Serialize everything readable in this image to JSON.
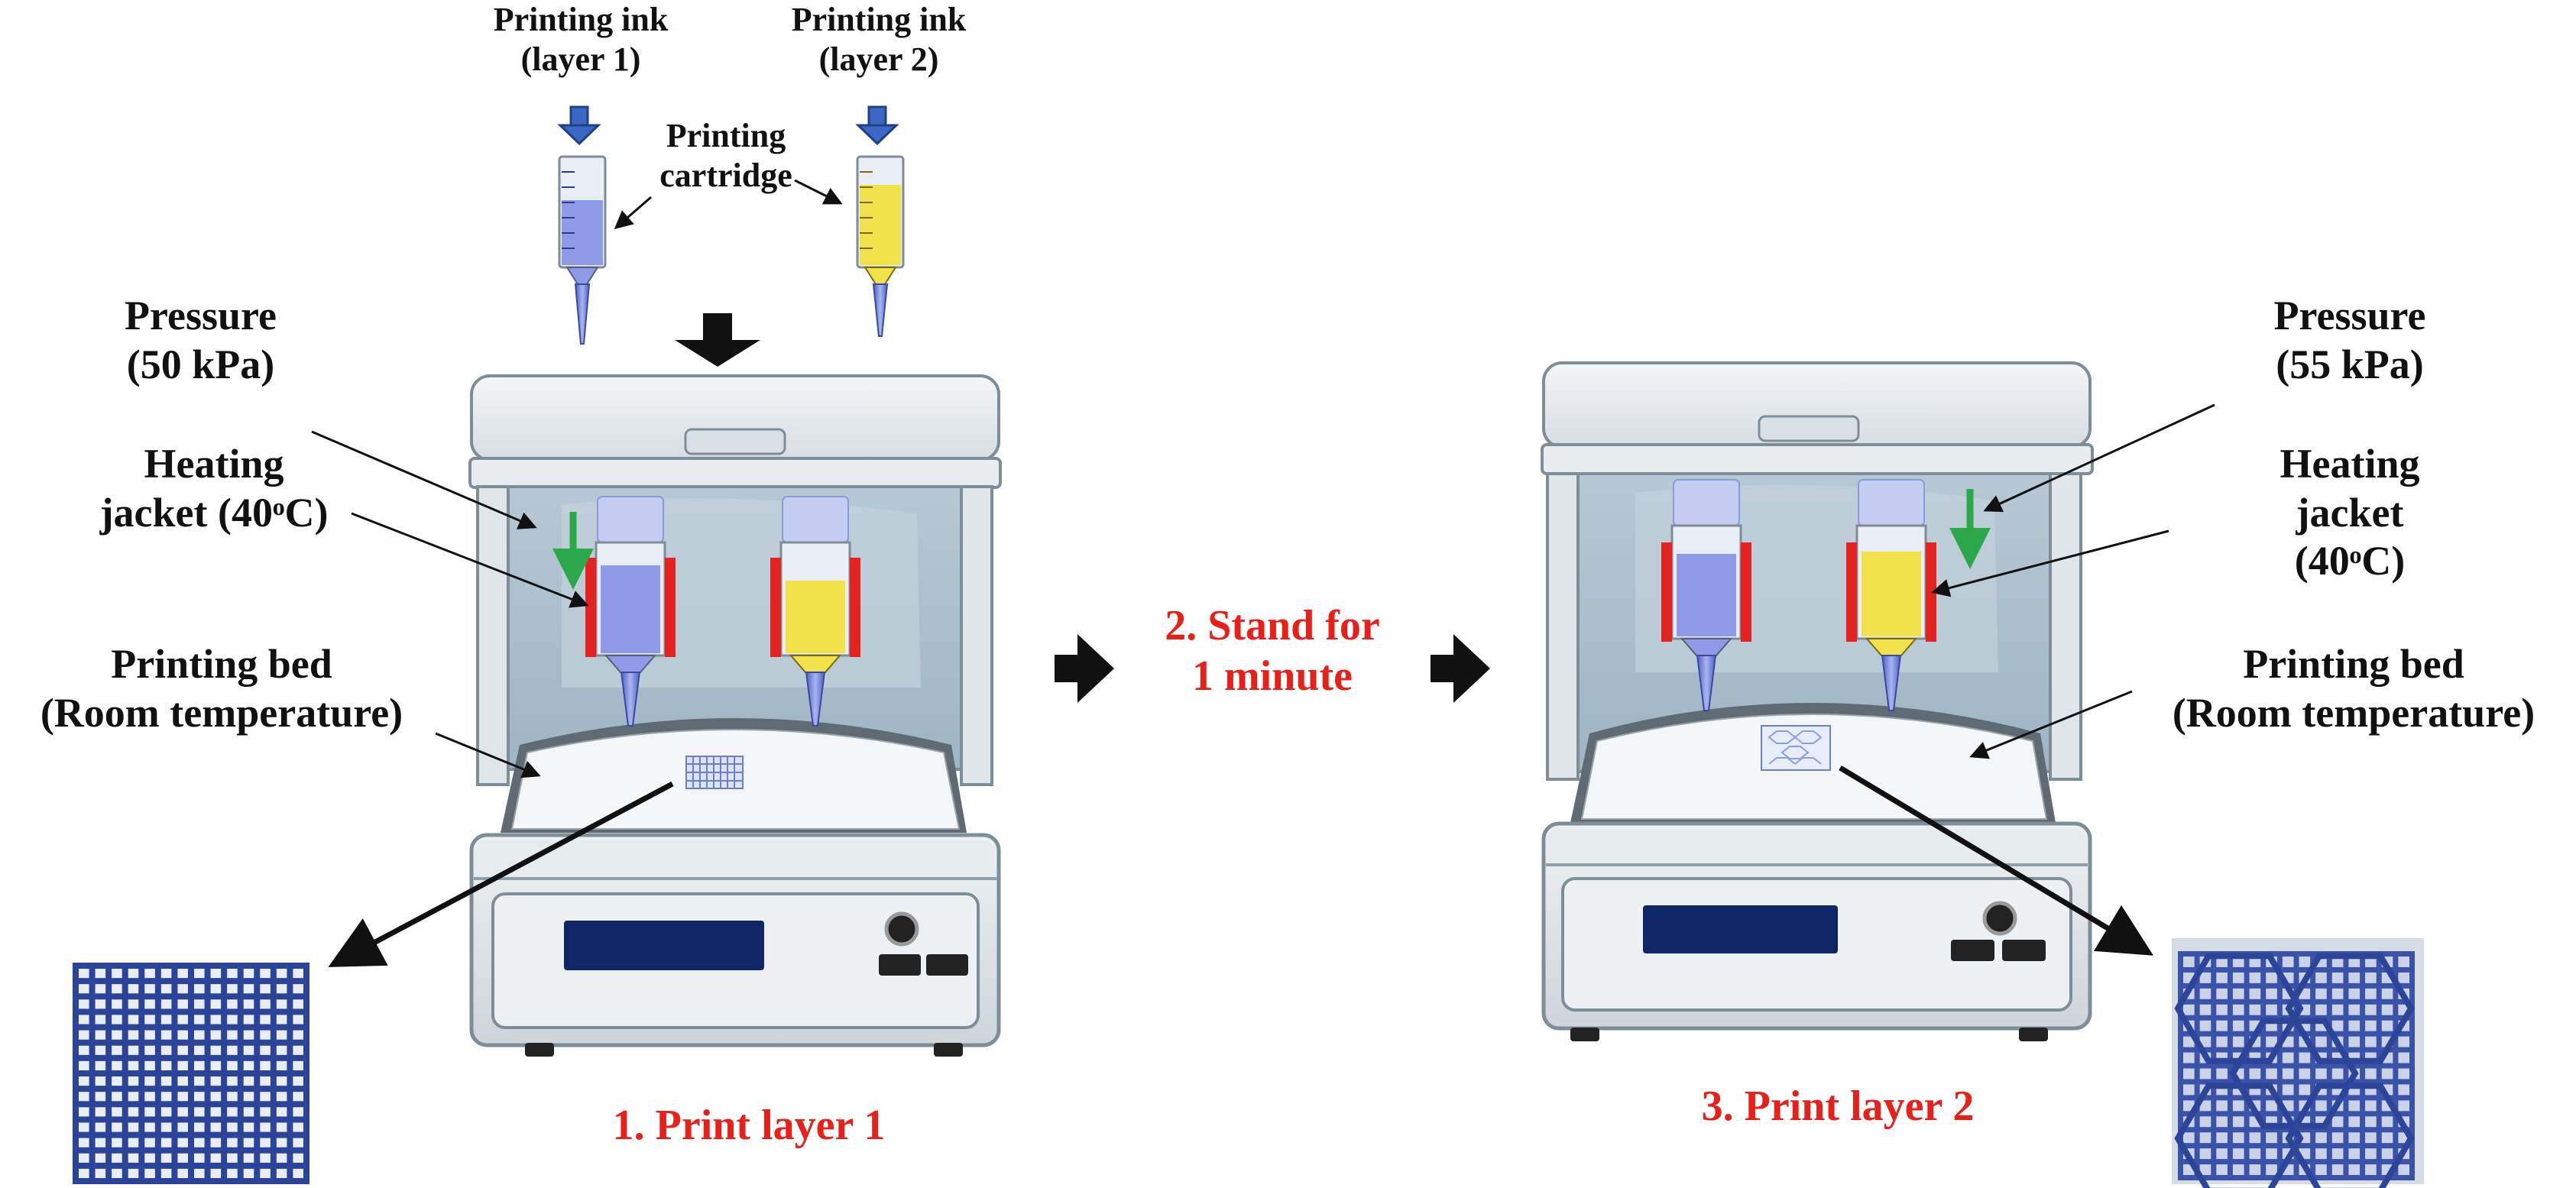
{
  "labels": {
    "ink1": [
      "Printing ink",
      "(layer 1)"
    ],
    "ink2": [
      "Printing ink",
      "(layer 2)"
    ],
    "cartridge": [
      "Printing",
      "cartridge"
    ],
    "left_pressure": [
      "Pressure",
      "(50 kPa)"
    ],
    "left_heating": [
      "Heating",
      "jacket (40ᵒC)"
    ],
    "left_bed": [
      "Printing bed",
      "(Room temperature)"
    ],
    "right_pressure": [
      "Pressure",
      "(55 kPa)"
    ],
    "right_heating": [
      "Heating",
      "jacket",
      "(40ᵒC)"
    ],
    "right_bed": [
      "Printing bed",
      "(Room temperature)"
    ]
  },
  "steps": {
    "step1": "1. Print layer 1",
    "step2": [
      "2. Stand for",
      "1 minute"
    ],
    "step3": "3. Print layer 2"
  },
  "colors": {
    "accent_red": "#e8201a",
    "ink_layer1": "#8f9be8",
    "ink_layer2": "#f1e24c",
    "heating_jacket": "#e3231f",
    "pressure_arrow": "#2aa84a",
    "display": "#0e2566",
    "arrow_blue": "#3b68c4"
  }
}
